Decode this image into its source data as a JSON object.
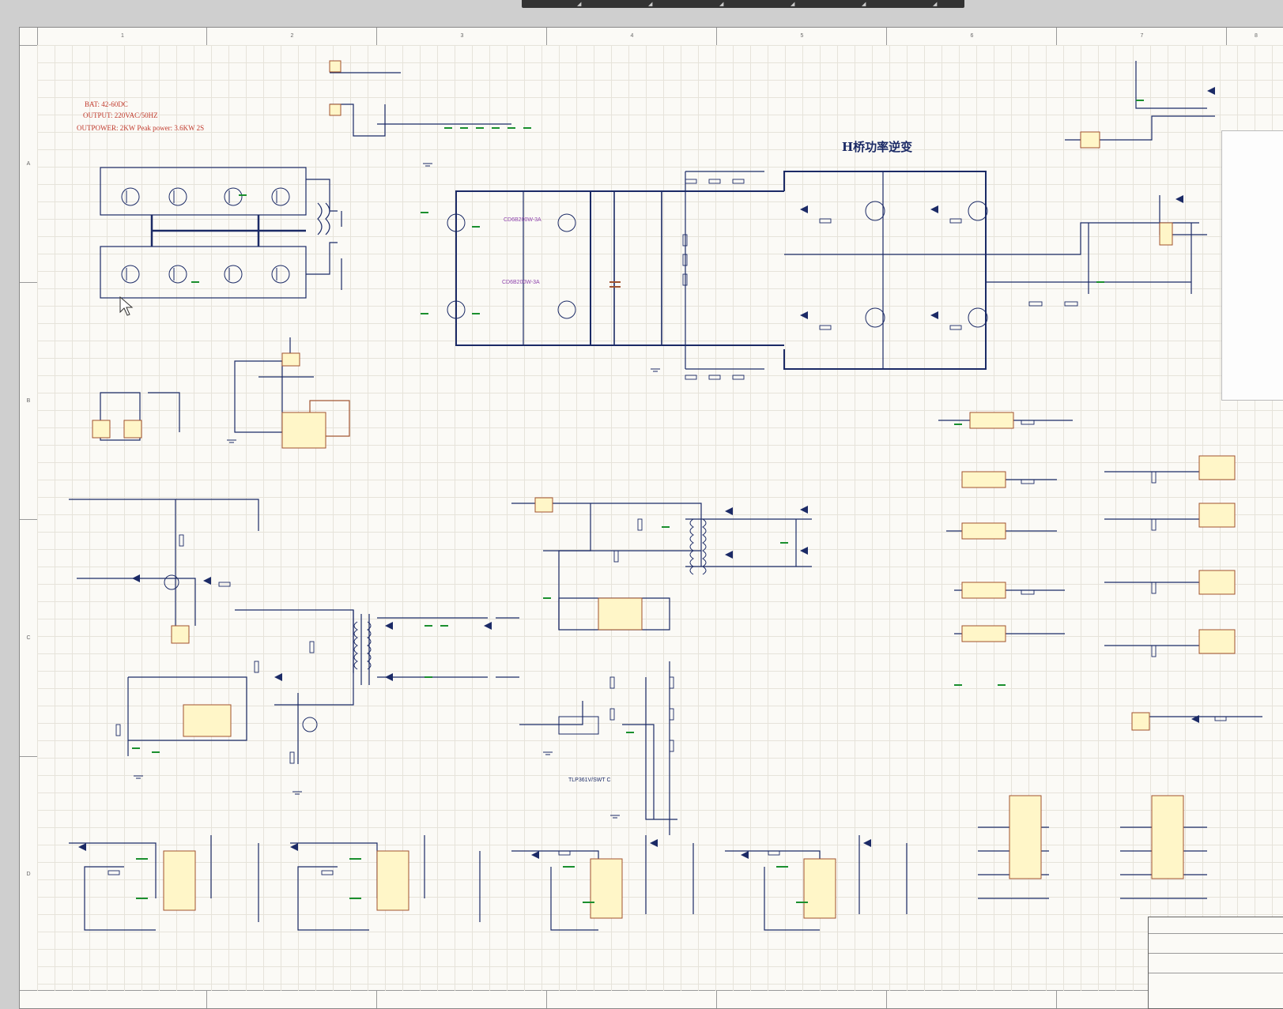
{
  "sheet": {
    "column_labels": [
      "1",
      "2",
      "3",
      "4",
      "5",
      "6",
      "7",
      "8"
    ],
    "row_labels": [
      "A",
      "B",
      "C",
      "D"
    ]
  },
  "notes": {
    "bat": "BAT:  42-60DC",
    "output": "OUTPUT: 220VAC/50HZ",
    "outpower": "OUTPOWER: 2KW   Peak power: 3.6KW 2S"
  },
  "section_titles": {
    "h_bridge": "H桥功率逆变"
  },
  "chips": {
    "hbridge_driver_1": "CD6B200W-3A",
    "hbridge_driver_2": "CD6B200W-3A",
    "mosfet_note": "TLP361V/SWT C"
  },
  "colors": {
    "wire": "#1b2a66",
    "component": "#1b2a66",
    "net_label": "#c0392b",
    "capacitor": "#1a8f2e",
    "ic_fill": "#fff6c8",
    "ic_border": "#a0522d",
    "chip_tag": "#8e44ad"
  }
}
